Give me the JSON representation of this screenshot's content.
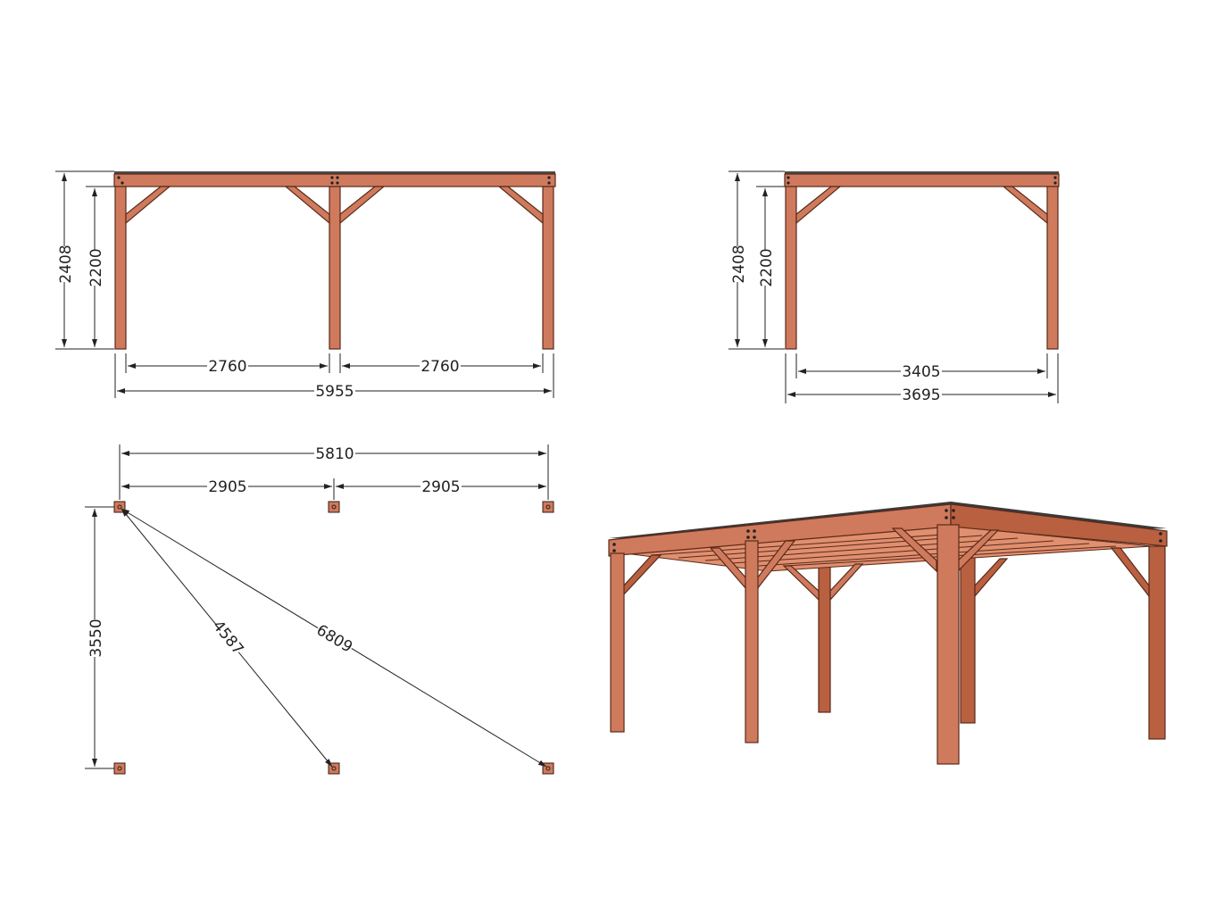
{
  "front_view": {
    "height_total": "2408",
    "height_post": "2200",
    "span_left": "2760",
    "span_right": "2760",
    "overall_length": "5955"
  },
  "side_view": {
    "height_total": "2408",
    "height_post": "2200",
    "inner_span": "3405",
    "overall_width": "3695"
  },
  "plan_view": {
    "overall_centers": "5810",
    "half_left": "2905",
    "half_right": "2905",
    "depth": "3550",
    "diagonal_short": "4587",
    "diagonal_long": "6809"
  },
  "colors": {
    "wood": "#cf7a5c",
    "wood_dark": "#b8603f",
    "line": "#222222"
  }
}
